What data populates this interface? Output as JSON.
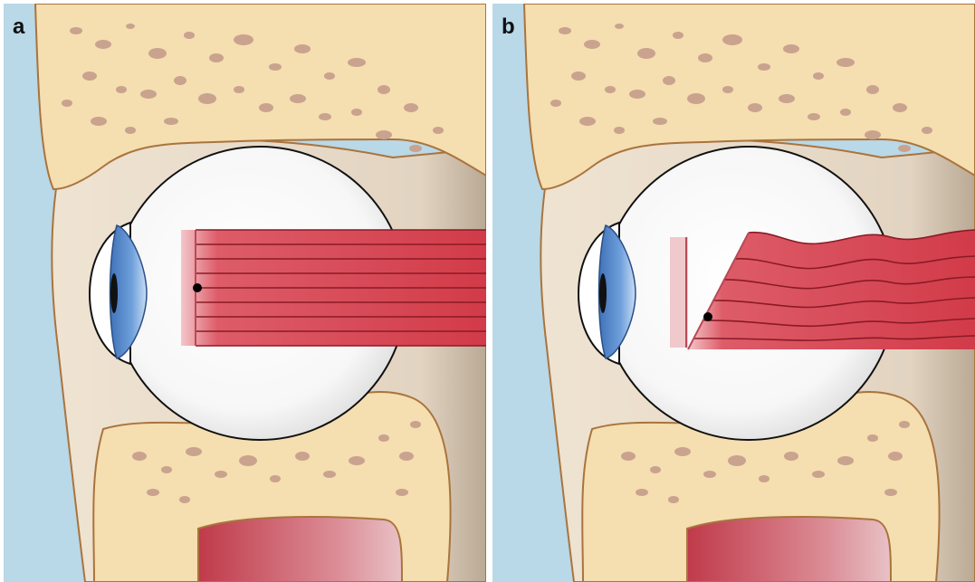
{
  "panels": [
    {
      "label": "a",
      "muscle_state": "straight"
    },
    {
      "label": "b",
      "muscle_state": "wavy"
    }
  ],
  "colors": {
    "background": "#b9d8e8",
    "bone": "#f5deb0",
    "bone_outline": "#a9743d",
    "bone_pores": "#c9a38e",
    "soft_tissue": "#e5d8c8",
    "globe": "#ffffff",
    "iris": "#5b8fcf",
    "muscle": "#d4434f",
    "muscle_lines": "#8a1a24",
    "sinus": "#c9505c"
  }
}
